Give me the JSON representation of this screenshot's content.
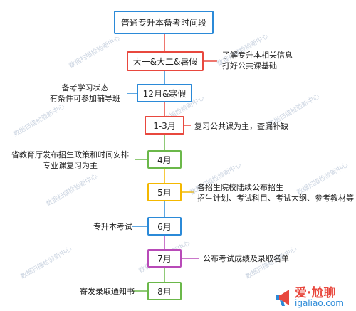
{
  "stages": [
    {
      "label": "普通专升本备考时间段",
      "color": "#2b8ad8"
    },
    {
      "label": "大一&大二&暑假",
      "color": "#e8483e"
    },
    {
      "label": "12月&寒假",
      "color": "#2b8ad8"
    },
    {
      "label": "1-3月",
      "color": "#e8483e"
    },
    {
      "label": "4月",
      "color": "#6bb84a"
    },
    {
      "label": "5月",
      "color": "#f4b800"
    },
    {
      "label": "6月",
      "color": "#2b8ad8"
    },
    {
      "label": "7月",
      "color": "#b84ab8"
    },
    {
      "label": "8月",
      "color": "#6bb84a"
    }
  ],
  "notes": {
    "n1": "了解专升本相关信息\n打好公共课基础",
    "n2": "备考学习状态\n有条件可参加辅导班",
    "n3": "复习公共课为主，查漏补缺",
    "n4": "省教育厅发布招生政策和时间安排\n专业课复习为主",
    "n5": "各招生院校陆续公布招生\n招生计划、考试科目、考试大纲、参考教材等",
    "n6": "专升本考试",
    "n7": "公布考试成绩及录取名单",
    "n8": "寄发录取通知书"
  },
  "watermark": "数据扫描检验新中心",
  "logo": {
    "name": "爱·尬聊",
    "url": "igaliao.com",
    "color_primary": "#e8483e",
    "color_secondary": "#2b8ad8",
    "icon": "megaphone-icon"
  }
}
